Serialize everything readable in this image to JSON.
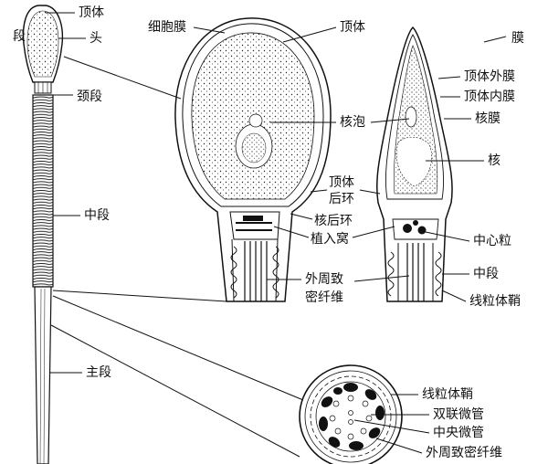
{
  "labels": {
    "acrosome_left": "顶体",
    "neck_piece": "段",
    "head": "头",
    "neck": "颈段",
    "middle_piece": "中段",
    "principal_piece": "主段",
    "cell_membrane": "细胞膜",
    "acrosome_top": "顶体",
    "membrane": "膜",
    "outer_acrosomal_membrane": "顶体外膜",
    "inner_acrosomal_membrane": "顶体内膜",
    "nuclear_membrane": "核膜",
    "nuclear_vacuole": "核泡",
    "nucleus": "核",
    "postacrosomal_ring_1": "顶体",
    "postacrosomal_ring_2": "后环",
    "posterior_nuclear_ring": "核后环",
    "implantation_fossa": "植入窝",
    "centriole": "中心粒",
    "middle_piece_right": "中段",
    "outer_dense_fibers_1": "外周致",
    "outer_dense_fibers_2": "密纤维",
    "mitochondrial_sheath": "线粒体鞘",
    "xs_mitochondrial_sheath": "线粒体鞘",
    "xs_doublet_microtubules": "双联微管",
    "xs_central_microtubules": "中央微管",
    "xs_outer_dense_fibers": "外周致密纤维"
  },
  "colors": {
    "ink": "#111111",
    "background": "#ffffff"
  }
}
